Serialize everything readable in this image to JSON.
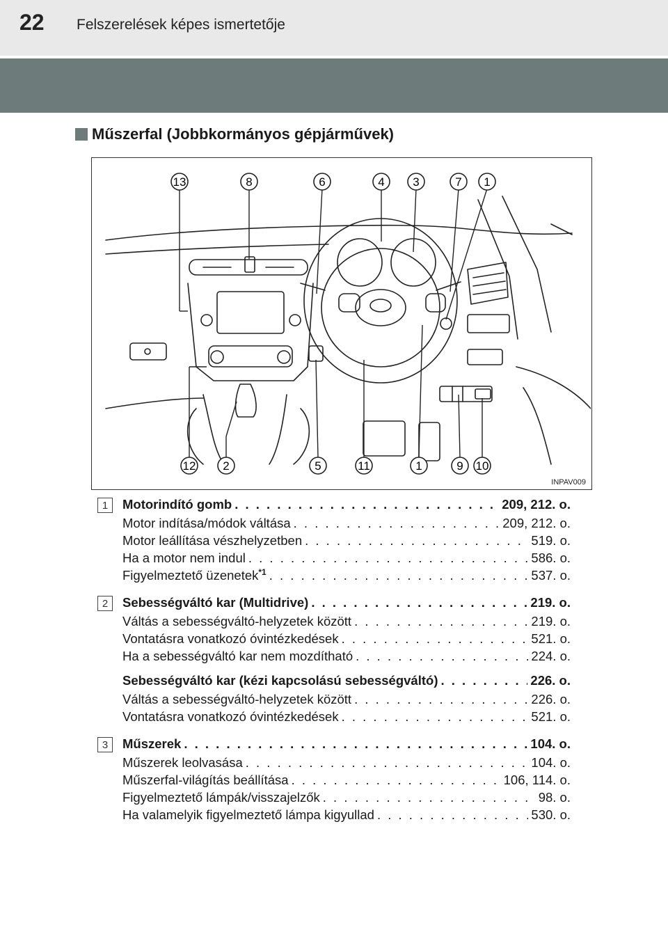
{
  "header": {
    "page_number": "22",
    "section": "Felszerelések képes ismertetője"
  },
  "subheading": "Műszerfal (Jobbkormányos gépjárművek)",
  "figure": {
    "code": "INPAV009",
    "callouts_top": [
      "13",
      "8",
      "6",
      "4",
      "3",
      "7",
      "1"
    ],
    "callouts_bottom": [
      "12",
      "2",
      "5",
      "11",
      "1",
      "9",
      "10"
    ]
  },
  "entries": [
    {
      "badge": "1",
      "groups": [
        {
          "title": "Motorindító gomb",
          "title_page": "209, 212. o.",
          "items": [
            {
              "text": "Motor indítása/módok váltása",
              "page": "209, 212. o."
            },
            {
              "text": "Motor leállítása vészhelyzetben",
              "page": "519. o."
            },
            {
              "text": "Ha a motor nem indul",
              "page": "586. o."
            },
            {
              "text": "Figyelmeztető üzenetek",
              "sup": "*1",
              "page": "537. o."
            }
          ]
        }
      ]
    },
    {
      "badge": "2",
      "groups": [
        {
          "title": "Sebességváltó kar (Multidrive)",
          "title_page": "219. o.",
          "items": [
            {
              "text": "Váltás a sebességváltó-helyzetek között",
              "page": "219. o."
            },
            {
              "text": "Vontatásra vonatkozó óvintézkedések",
              "page": "521. o."
            },
            {
              "text": "Ha a sebességváltó kar nem mozdítható",
              "page": "224. o."
            }
          ]
        },
        {
          "title": "Sebességváltó kar (kézi kapcsolású sebességváltó)",
          "title_page": "226. o.",
          "items": [
            {
              "text": "Váltás a sebességváltó-helyzetek között",
              "page": "226. o."
            },
            {
              "text": "Vontatásra vonatkozó óvintézkedések",
              "page": "521. o."
            }
          ]
        }
      ]
    },
    {
      "badge": "3",
      "groups": [
        {
          "title": "Műszerek",
          "title_page": "104. o.",
          "items": [
            {
              "text": "Műszerek leolvasása",
              "page": "104. o."
            },
            {
              "text": "Műszerfal-világítás beállítása",
              "page": "106, 114. o."
            },
            {
              "text": "Figyelmeztető lámpák/visszajelzők",
              "page": "98. o."
            },
            {
              "text": "Ha valamelyik figyelmeztető lámpa kigyullad",
              "page": "530. o."
            }
          ]
        }
      ]
    }
  ]
}
